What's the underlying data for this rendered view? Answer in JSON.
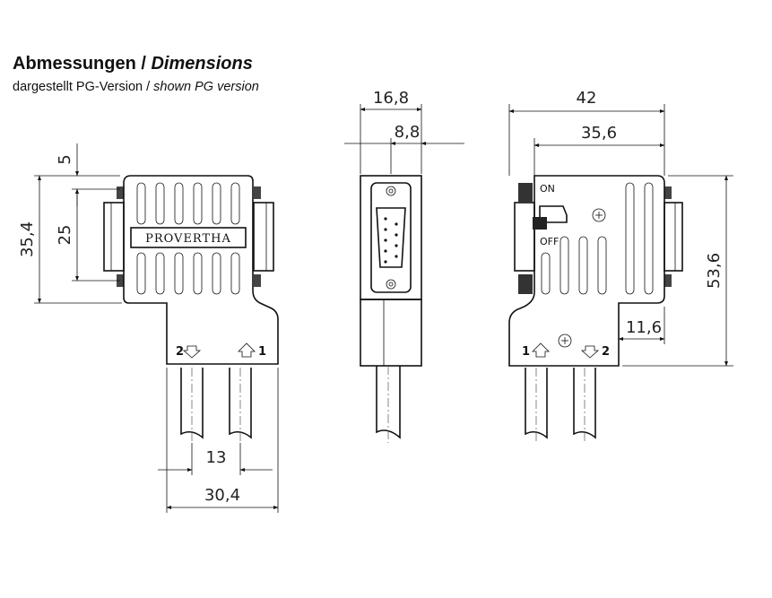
{
  "header": {
    "title_de": "Abmessungen",
    "title_sep": " / ",
    "title_en": "Dimensions",
    "subtitle_de": "dargestellt PG-Version",
    "subtitle_sep": " / ",
    "subtitle_en": "shown PG version"
  },
  "front_view": {
    "brand_label": "PROVERTHA",
    "dim_top_offset": "5",
    "dim_screw_spacing": "25",
    "dim_body_height": "35,4",
    "dim_cable_spacing": "13",
    "dim_total_width": "30,4",
    "port_out_label": "2",
    "port_in_label": "1"
  },
  "side_view": {
    "dim_total_width": "16,8",
    "dim_partial_width": "8,8"
  },
  "back_view": {
    "dim_total_width": "42",
    "dim_partial_width": "35,6",
    "dim_height": "53,6",
    "dim_lower_width": "11,6",
    "switch_on_label": "ON",
    "switch_off_label": "OFF",
    "port_in_label": "1",
    "port_out_label": "2"
  },
  "colors": {
    "line": "#111111",
    "background": "#ffffff"
  }
}
